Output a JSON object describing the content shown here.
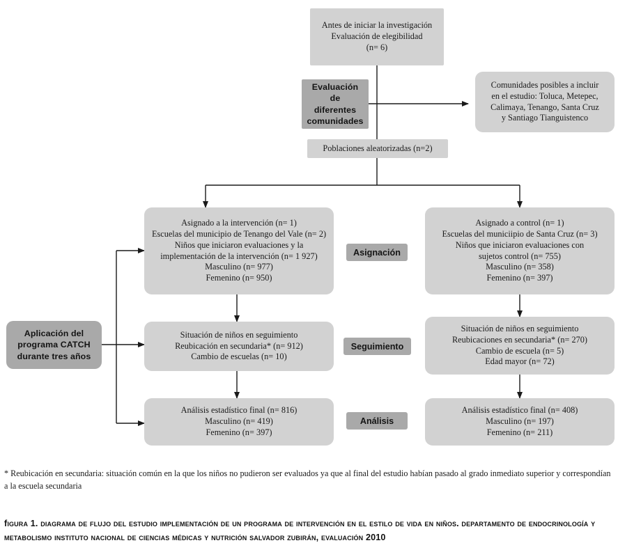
{
  "figure": {
    "title_line": "Figura 1. Diagrama de flujo del estudio Implementación de un programa de intervención en el estilo de vida en niños. Departamento de Endocrinología y Metabolismo Instituto Nacional de Ciencias Médicas y Nutrición Salvador Zubirán, Evaluación 2010",
    "footnote": "* Reubicación en secundaria: situación común en la que los niños no pudieron ser evaluados ya que al final del estudio habían pasado al grado inmediato superior y correspondían a la escuela secundaria"
  },
  "colors": {
    "box_light": "#d2d2d2",
    "box_dark": "#a9a9a9",
    "line": "#1a1a1a",
    "page_background": "#ffffff"
  },
  "nodes": {
    "eligibility": "Antes de iniciar la investigación\nEvaluación de elegibilidad\n(n= 6)",
    "evaluation_communities": "Evaluación de\ndiferentes\ncomunidades",
    "possible_communities": "Comunidades posibles a incluir\nen el estudio: Toluca, Metepec,\nCalimaya, Tenango, Santa Cruz\ny Santiago Tianguistenco",
    "randomized": "Poblaciones aleatorizadas (n=2)",
    "catch_program": "Aplicación del\nprograma CATCH\ndurante tres años",
    "intervention_assigned": "Asignado a la intervención (n= 1)\nEscuelas del municipio de Tenango del Vale (n= 2)\nNiños que iniciaron evaluaciones y la\nimplementación de la intervención (n= 1 927)\nMasculino (n= 977)\nFemenino (n= 950)",
    "control_assigned": "Asignado a control (n= 1)\nEscuelas del municiipio de Santa Cruz (n= 3)\nNiños que iniciaron evaluaciones con\nsujetos control (n= 755)\nMasculino (n= 358)\nFemenino (n= 397)",
    "intervention_followup": "Situación de niños en seguimiento\nReubicación en secundaria* (n= 912)\nCambio de escuelas (n= 10)",
    "control_followup": "Situación de niños en seguimiento\nReubicaciones en secundaria* (n= 270)\nCambio de escuela (n= 5)\nEdad mayor (n= 72)",
    "intervention_analysis": "Análisis estadístico final (n= 816)\nMasculino (n= 419)\nFemenino (n= 397)",
    "control_analysis": "Análisis estadístico final (n= 408)\nMasculino (n= 197)\nFemenino (n= 211)"
  },
  "stage_labels": {
    "allocation": "Asignación",
    "followup": "Seguimiento",
    "analysis": "Análisis"
  }
}
